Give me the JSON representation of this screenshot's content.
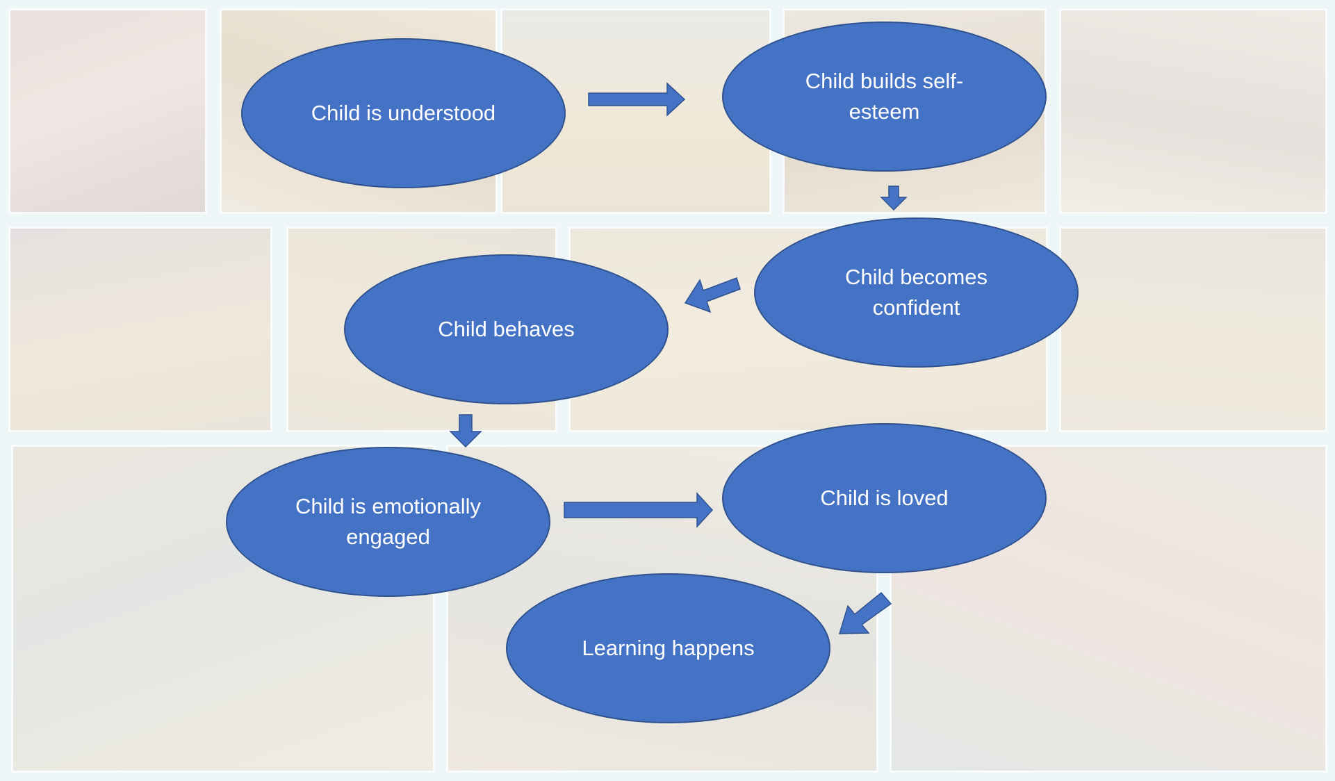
{
  "diagram": {
    "nodes": {
      "understood": "Child is understood",
      "self_esteem_line1": "Child builds self-",
      "self_esteem_line2": "esteem",
      "confident_line1": "Child becomes",
      "confident_line2": "confident",
      "behaves": "Child behaves",
      "engaged_line1": "Child is emotionally",
      "engaged_line2": "engaged",
      "loved": "Child is loved",
      "learning": "Learning happens"
    },
    "flow": [
      "understood",
      "self_esteem",
      "confident",
      "behaves",
      "engaged",
      "loved",
      "learning"
    ]
  },
  "colors": {
    "node_fill": "#4472c4",
    "node_stroke": "#2f528f",
    "node_text": "#ffffff",
    "arrow_fill": "#4472c4"
  }
}
